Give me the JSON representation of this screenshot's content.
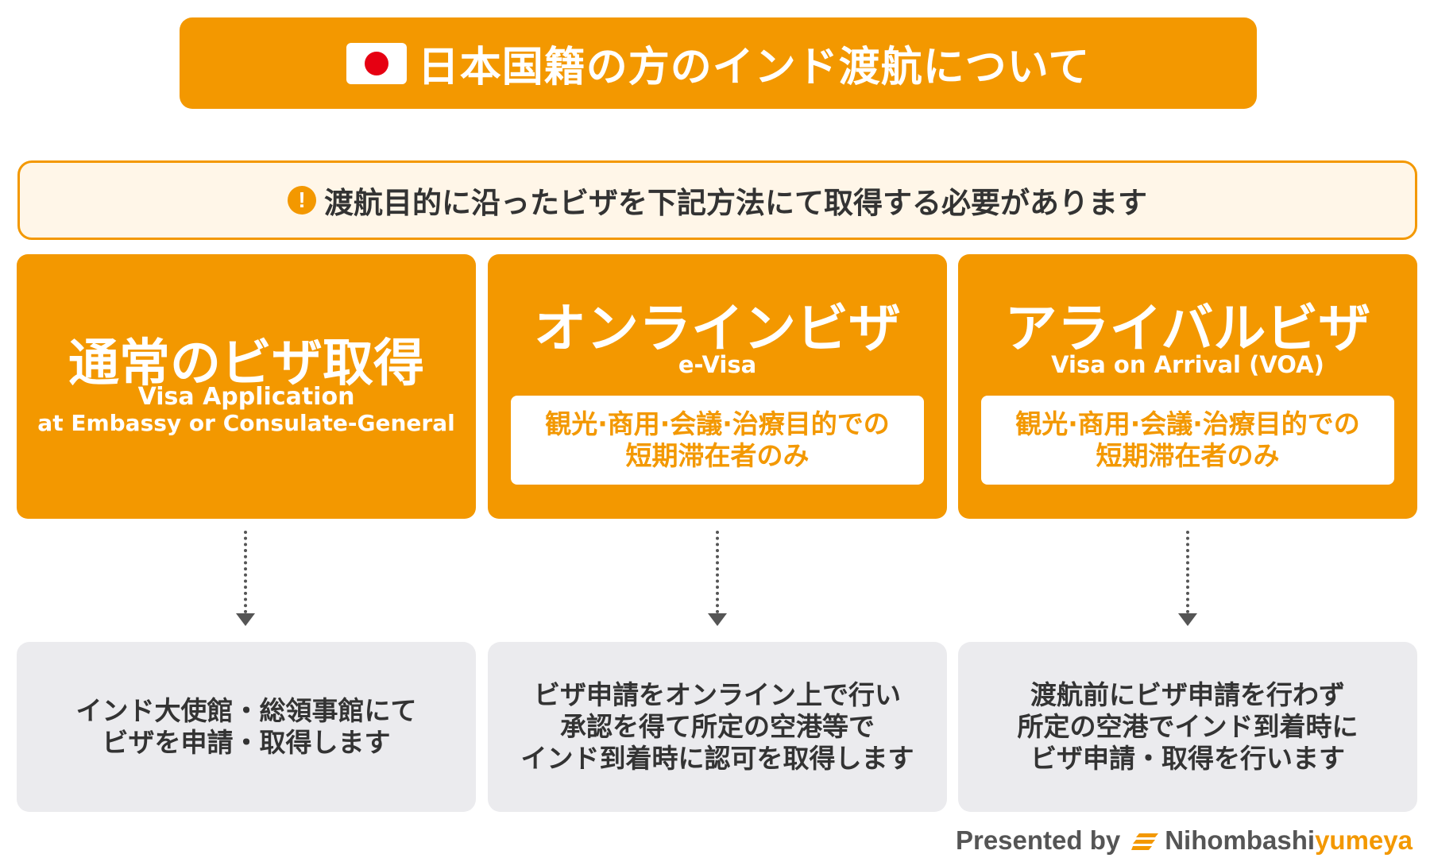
{
  "colors": {
    "accent": "#f39800",
    "flag_red": "#e60012",
    "notice_bg": "#fff6e8",
    "desc_bg": "#ebebee",
    "text_dark": "#333333"
  },
  "header": {
    "title": "日本国籍の方のインド渡航について",
    "flag_icon": "japan-flag-icon"
  },
  "notice": {
    "icon": "exclamation-icon",
    "text": "渡航目的に沿ったビザを下記方法にて取得する必要があります"
  },
  "cards": [
    {
      "title": "通常のビザ取得",
      "en_line1": "Visa Application",
      "en_line2": "at Embassy or Consulate-General"
    },
    {
      "title": "オンラインビザ",
      "en": "e-Visa",
      "cond_line1": "観光·商用·会議·治療目的での",
      "cond_line2": "短期滞在者のみ"
    },
    {
      "title": "アライバルビザ",
      "en": "Visa on Arrival (VOA)",
      "cond_line1": "観光·商用·会議·治療目的での",
      "cond_line2": "短期滞在者のみ"
    }
  ],
  "descriptions": [
    {
      "lines": [
        "インド大使館・総領事館にて",
        "ビザを申請・取得します"
      ]
    },
    {
      "lines": [
        "ビザ申請をオンライン上で行い",
        "承認を得て所定の空港等で",
        "インド到着時に認可を取得します"
      ]
    },
    {
      "lines": [
        "渡航前にビザ申請を行わず",
        "所定の空港でインド到着時に",
        "ビザ申請・取得を行います"
      ]
    }
  ],
  "credit": {
    "prefix": "Presented by",
    "brand_part1": "Nihombashi",
    "brand_part2": "yumeya",
    "logo_icon": "yumeya-logo-icon"
  }
}
